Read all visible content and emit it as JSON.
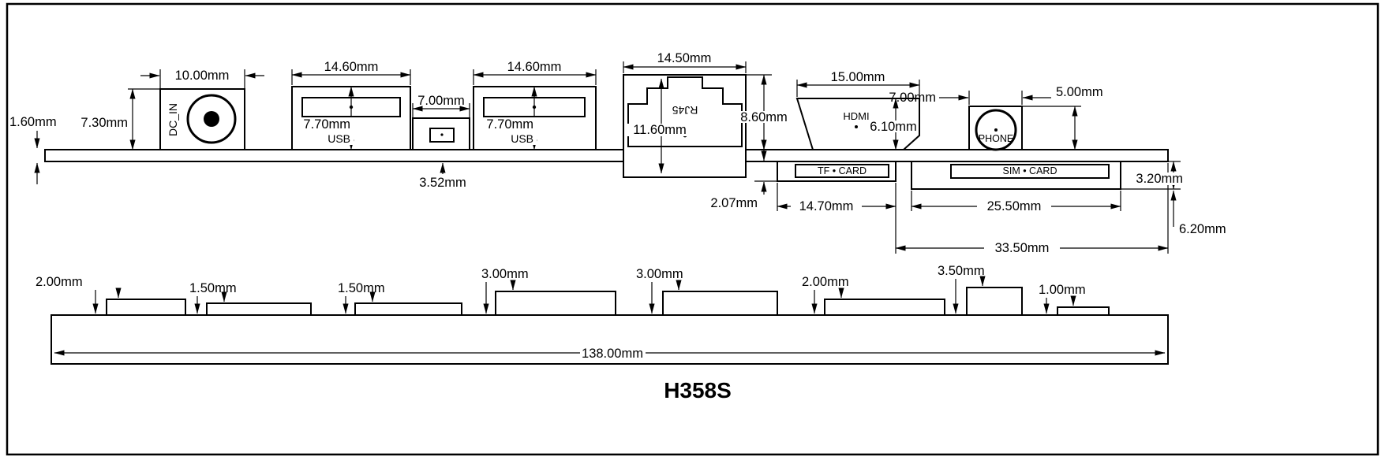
{
  "title": "H358S",
  "top_view": {
    "board_thickness": "1.60mm",
    "dc_in": {
      "label": "DC_IN",
      "width": "10.00mm",
      "height": "7.30mm"
    },
    "usb1": {
      "label": "USB",
      "width": "14.60mm",
      "height": "7.70mm"
    },
    "conn_small": {
      "width": "7.00mm",
      "offset": "3.52mm"
    },
    "usb2": {
      "label": "USB",
      "width": "14.60mm",
      "height": "7.70mm"
    },
    "rj45": {
      "label": "RJ45",
      "width": "14.50mm",
      "inner_height": "11.60mm",
      "height": "8.60mm"
    },
    "hdmi": {
      "label": "HDMI",
      "width": "15.00mm",
      "height": "6.10mm"
    },
    "phone": {
      "label": "PHONE",
      "width": "7.00mm",
      "height": "5.00mm"
    },
    "tf": {
      "label": "TF • CARD",
      "depth": "2.07mm",
      "width": "14.70mm"
    },
    "sim": {
      "label": "SIM • CARD",
      "width": "25.50mm"
    },
    "edge": {
      "protrusion": "3.20mm",
      "depth": "6.20mm",
      "span": "33.50mm"
    }
  },
  "bottom_view": {
    "board_width": "138.00mm",
    "heights": [
      "2.00mm",
      "1.50mm",
      "1.50mm",
      "3.00mm",
      "3.00mm",
      "2.00mm",
      "3.50mm",
      "1.00mm"
    ]
  }
}
